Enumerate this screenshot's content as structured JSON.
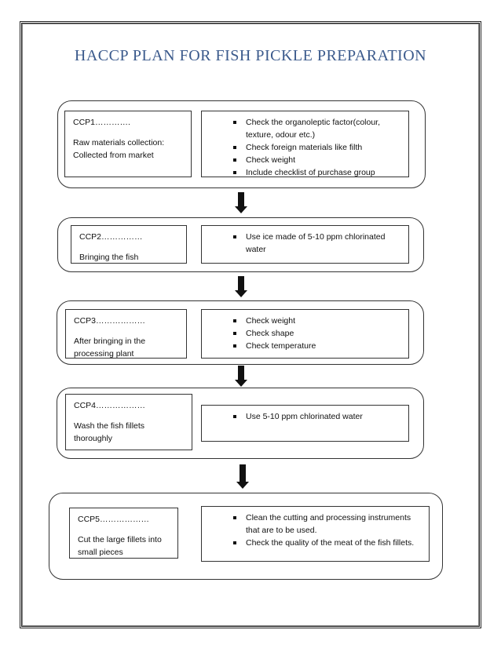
{
  "title": "HACCP Plan for Fish Pickle Preparation",
  "steps": [
    {
      "ccp": "CCP1………….",
      "desc": [
        "Raw materials collection:",
        "Collected from market"
      ],
      "checks": [
        "Check the organoleptic factor(colour, texture, odour etc.)",
        "Check foreign materials like filth",
        "Check weight",
        "Include checklist of purchase group"
      ]
    },
    {
      "ccp": "CCP2……………",
      "desc": [
        "Bringing the fish"
      ],
      "checks": [
        "Use ice made of 5-10 ppm chlorinated water"
      ]
    },
    {
      "ccp": "CCP3………………",
      "desc": [
        "After bringing in the processing plant"
      ],
      "checks": [
        "Check weight",
        "Check shape",
        "Check temperature"
      ]
    },
    {
      "ccp": "CCP4………………",
      "desc": [
        "Wash the fish fillets thoroughly"
      ],
      "checks": [
        "Use 5-10 ppm chlorinated water"
      ]
    },
    {
      "ccp": "CCP5………………",
      "desc": [
        "Cut the large fillets into small pieces"
      ],
      "checks": [
        "Clean the cutting and processing instruments that are to be used.",
        "Check the quality of the meat of the fish fillets."
      ]
    }
  ]
}
